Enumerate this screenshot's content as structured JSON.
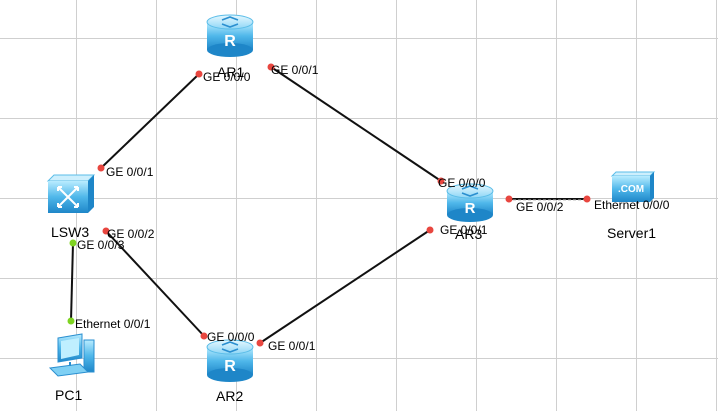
{
  "colors": {
    "port_down": "#e8463f",
    "port_up": "#7ed321",
    "device_fill": "#3aa6e0",
    "device_light": "#9adcf8"
  },
  "devices": {
    "ar1": {
      "name": "AR1",
      "icon": "router-icon"
    },
    "ar2": {
      "name": "AR2",
      "icon": "router-icon"
    },
    "ar3": {
      "name": "AR3",
      "icon": "router-icon"
    },
    "lsw3": {
      "name": "LSW3",
      "icon": "switch-icon"
    },
    "pc1": {
      "name": "PC1",
      "icon": "pc-icon"
    },
    "server1": {
      "name": "Server1",
      "icon": "server-icon",
      "badge": ".COM"
    }
  },
  "ports": {
    "ar1_g000": "GE 0/0/0",
    "ar1_g001": "GE 0/0/1",
    "lsw3_g001": "GE 0/0/1",
    "lsw3_g002": "GE 0/0/2",
    "lsw3_g003": "GE 0/0/3",
    "pc1_eth001": "Ethernet 0/0/1",
    "ar3_g000": "GE 0/0/0",
    "ar3_g001": "GE 0/0/1",
    "ar3_g002": "GE 0/0/2",
    "server1_eth000": "Ethernet 0/0/0",
    "ar2_g000": "GE 0/0/0",
    "ar2_g001": "GE 0/0/1"
  }
}
